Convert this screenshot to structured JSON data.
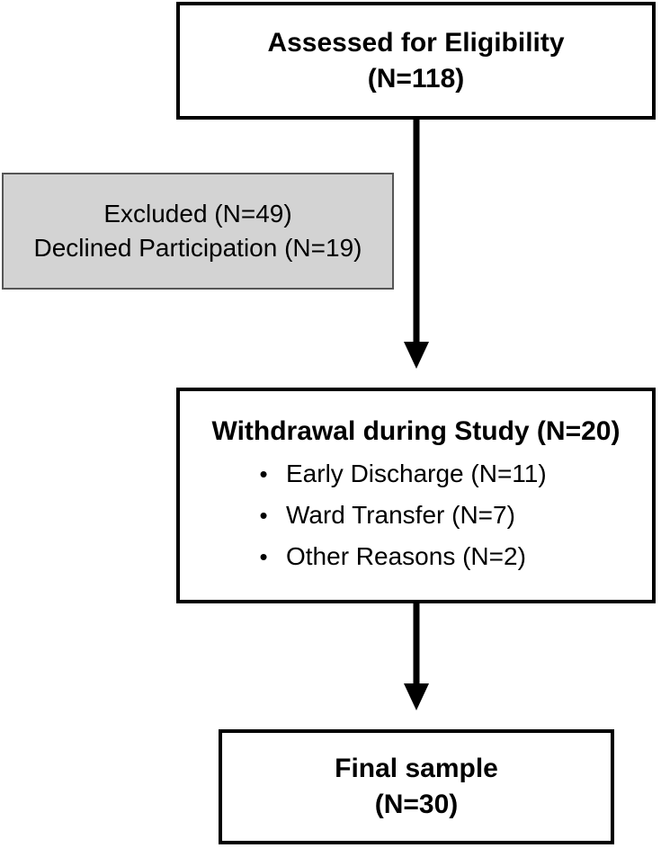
{
  "assessed": {
    "line1": "Assessed for Eligibility",
    "line2": "(N=118)"
  },
  "excluded": {
    "line1": "Excluded (N=49)",
    "line2": "Declined Participation (N=19)"
  },
  "withdrawal": {
    "title": "Withdrawal during Study (N=20)",
    "bullet_glyph": "•",
    "items": [
      "Early Discharge (N=11)",
      "Ward Transfer (N=7)",
      "Other Reasons (N=2)"
    ]
  },
  "final": {
    "line1": "Final sample",
    "line2": "(N=30)"
  },
  "colors": {
    "line": "#000000",
    "excluded_fill": "#d3d3d3",
    "excluded_border": "#555555",
    "box_fill": "#ffffff"
  }
}
